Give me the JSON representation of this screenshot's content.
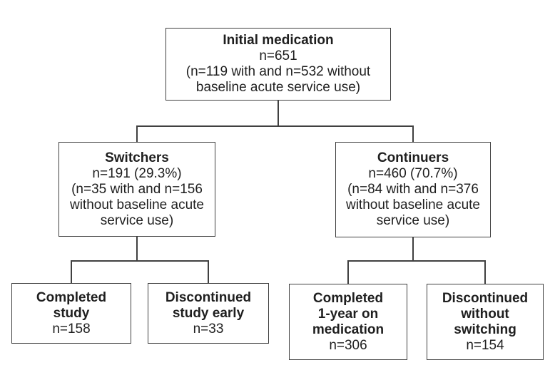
{
  "diagram": {
    "type": "flowchart",
    "colors": {
      "background": "#ffffff",
      "border": "#404040",
      "text": "#1f1f1f"
    },
    "nodes": {
      "initial": {
        "lines": [
          "Initial medication",
          "n=651",
          "(n=119 with and n=532 without",
          "baseline acute service use)"
        ]
      },
      "switchers": {
        "lines": [
          "Switchers",
          "n=191 (29.3%)",
          "(n=35 with and n=156",
          "without baseline acute",
          "service use)"
        ]
      },
      "continuers": {
        "lines": [
          "Continuers",
          "n=460 (70.7%)",
          "(n=84 with and n=376",
          "without baseline acute",
          "service use)"
        ]
      },
      "completed_study": {
        "lines": [
          "Completed",
          "study",
          "n=158"
        ]
      },
      "discontinued_study_early": {
        "lines": [
          "Discontinued",
          "study early",
          "n=33"
        ]
      },
      "completed_1_year": {
        "lines": [
          "Completed",
          "1-year on",
          "medication",
          "n=306"
        ]
      },
      "discontinued_without_switching": {
        "lines": [
          "Discontinued",
          "without",
          "switching",
          "n=154"
        ]
      }
    },
    "edges": [
      {
        "from": "initial",
        "to": "switchers"
      },
      {
        "from": "initial",
        "to": "continuers"
      },
      {
        "from": "switchers",
        "to": "completed_study"
      },
      {
        "from": "switchers",
        "to": "discontinued_study_early"
      },
      {
        "from": "continuers",
        "to": "completed_1_year"
      },
      {
        "from": "continuers",
        "to": "discontinued_without_switching"
      }
    ]
  }
}
